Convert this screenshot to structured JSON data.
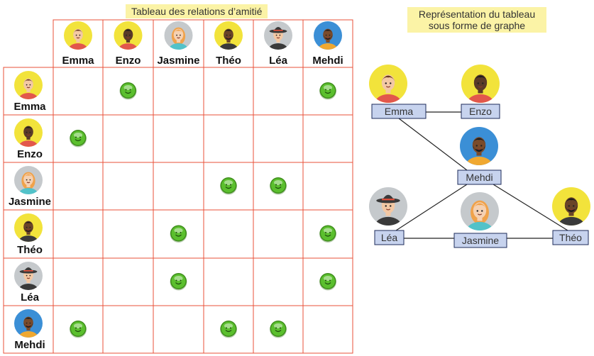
{
  "matrix": {
    "title": "Tableau des relations d’amitié",
    "people": [
      "Emma",
      "Enzo",
      "Jasmine",
      "Théo",
      "Léa",
      "Mehdi"
    ],
    "friendships": [
      [
        0,
        1,
        0,
        0,
        0,
        1
      ],
      [
        1,
        0,
        0,
        0,
        0,
        0
      ],
      [
        0,
        0,
        0,
        1,
        1,
        0
      ],
      [
        0,
        0,
        1,
        0,
        0,
        1
      ],
      [
        0,
        0,
        1,
        0,
        0,
        1
      ],
      [
        1,
        0,
        0,
        1,
        1,
        0
      ]
    ]
  },
  "graph": {
    "title_line1": "Représentation du tableau",
    "title_line2": "sous forme de graphe",
    "nodes": [
      "Emma",
      "Enzo",
      "Mehdi",
      "Léa",
      "Jasmine",
      "Théo"
    ],
    "edges": [
      [
        "Emma",
        "Enzo"
      ],
      [
        "Emma",
        "Mehdi"
      ],
      [
        "Mehdi",
        "Léa"
      ],
      [
        "Mehdi",
        "Théo"
      ],
      [
        "Léa",
        "Théo"
      ]
    ]
  },
  "colors": {
    "grid": "#e8503a",
    "node_fill": "#c7d3ee",
    "node_border": "#1d2b5a",
    "caption_bg": "#fbf3a6",
    "friend_dot": "#5bbf2e"
  },
  "avatars": {
    "Emma": {
      "bg": "#f2e33b",
      "skin": "#f3c8a4",
      "hair": "#6b3a20",
      "shirt": "#e2574c",
      "hairstyle": "short"
    },
    "Enzo": {
      "bg": "#f2e33b",
      "skin": "#5a3a28",
      "hair": "#1d1d1d",
      "shirt": "#e2574c",
      "hairstyle": "short"
    },
    "Jasmine": {
      "bg": "#c5c9cc",
      "skin": "#f5d1b2",
      "hair": "#f0a24a",
      "shirt": "#52c2c9",
      "hairstyle": "long"
    },
    "Théo": {
      "bg": "#f2e33b",
      "skin": "#6a4428",
      "hair": "#1d1d1d",
      "shirt": "#3a3a3a",
      "hairstyle": "beard"
    },
    "Léa": {
      "bg": "#c5c9cc",
      "skin": "#f3c8a4",
      "hair": "#e8503a",
      "shirt": "#3a3a3a",
      "hairstyle": "hat"
    },
    "Mehdi": {
      "bg": "#3b8fd6",
      "skin": "#7a4b2b",
      "hair": "#1d1d1d",
      "shirt": "#f0a830",
      "hairstyle": "beard"
    }
  }
}
